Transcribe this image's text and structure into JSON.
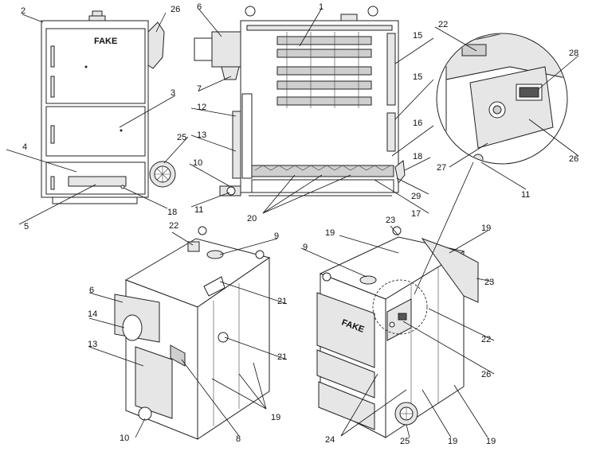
{
  "brand": {
    "logo_text": "FAKE"
  },
  "callouts": {
    "c1": "1",
    "c2": "2",
    "c3": "3",
    "c4": "4",
    "c5": "5",
    "c6": "6",
    "c7": "7",
    "c8": "8",
    "c9": "9",
    "c10": "10",
    "c11": "11",
    "c12": "12",
    "c13": "13",
    "c14": "14",
    "c15": "15",
    "c16": "16",
    "c17": "17",
    "c18": "18",
    "c19": "19",
    "c20": "20",
    "c21": "21",
    "c22": "22",
    "c23": "23",
    "c24": "24",
    "c25": "25",
    "c26": "26",
    "c27": "27",
    "c28": "28",
    "c29": "29"
  }
}
